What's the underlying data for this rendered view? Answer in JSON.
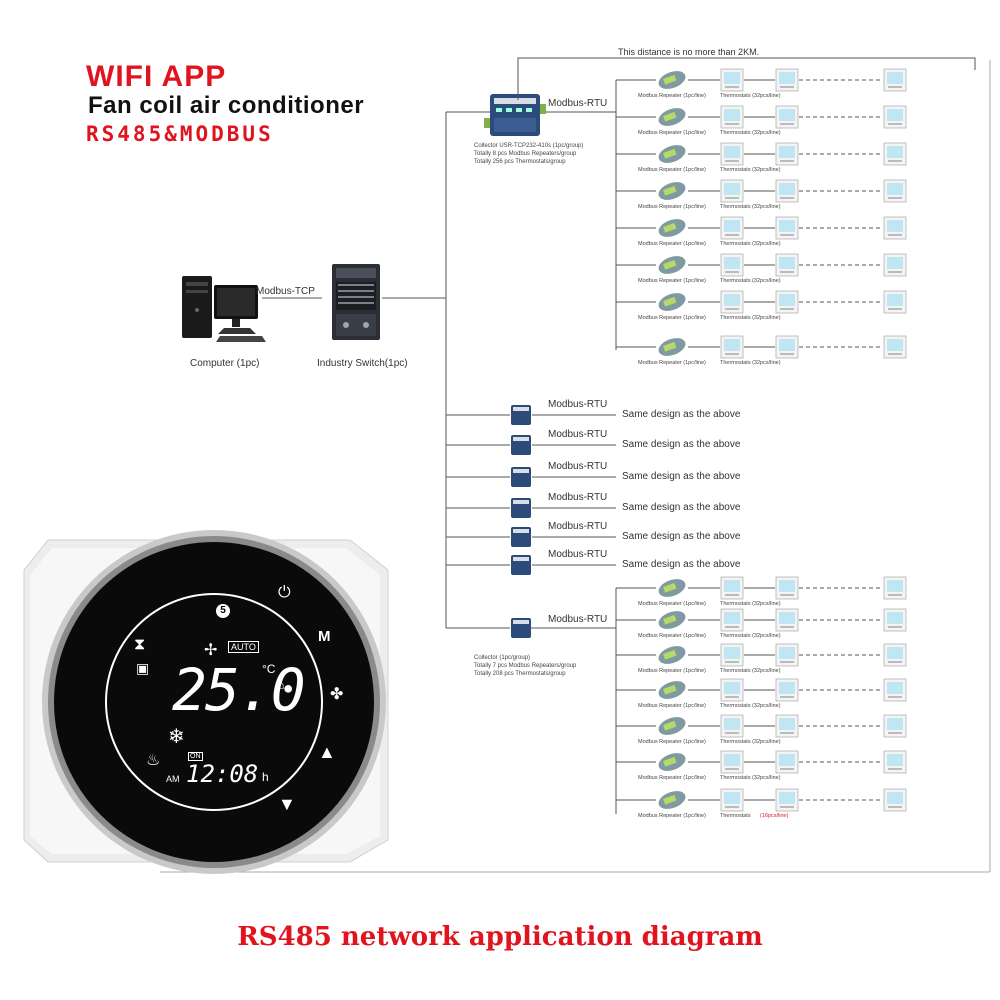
{
  "header": {
    "wifi_app": "WIFI APP",
    "subtitle": "Fan coil air conditioner",
    "protocol": "RS485&MODBUS"
  },
  "distance_note": "This distance is no more than 2KM.",
  "computer": {
    "label": "Computer (1pc)",
    "link_label": "Modbus-TCP"
  },
  "switch": {
    "label": "Industry Switch(1pc)"
  },
  "collector_top": {
    "line1": "Collector USR-TCP232-410s (1pc/group)",
    "line2": "Totally 8 pcs Modbus Repeaters/group",
    "line3": "Totally 256 pcs Thermostats/group"
  },
  "collector_bottom": {
    "line1": "Collector (1pc/group)",
    "line2": "Totally 7 pcs Modbus Repeaters/group",
    "line3": "Totally 208 pcs Thermostats/group"
  },
  "modbus_rtu": "Modbus-RTU",
  "same_design": "Same design as the above",
  "repeater_label": "Modbus Repeater (1pc/line)",
  "thermostats_label": "Thermostats (32pcs/line)",
  "thermostats_label_last": "Thermostats",
  "thermostats_label_16": "(16pcs/line)",
  "thermostat": {
    "temperature": "25.0",
    "unit": "°C",
    "time": "12:08",
    "hour_suffix": "h",
    "am": "AM",
    "mode": "AUTO",
    "on_badge": "ON",
    "badge_number": "5",
    "button_m": "M"
  },
  "caption": "RS485 network application diagram",
  "colors": {
    "red": "#e0141e",
    "lcd": "#bfe6f2",
    "repeater": "#7f9aa0",
    "collector": "#2c4a7a"
  }
}
